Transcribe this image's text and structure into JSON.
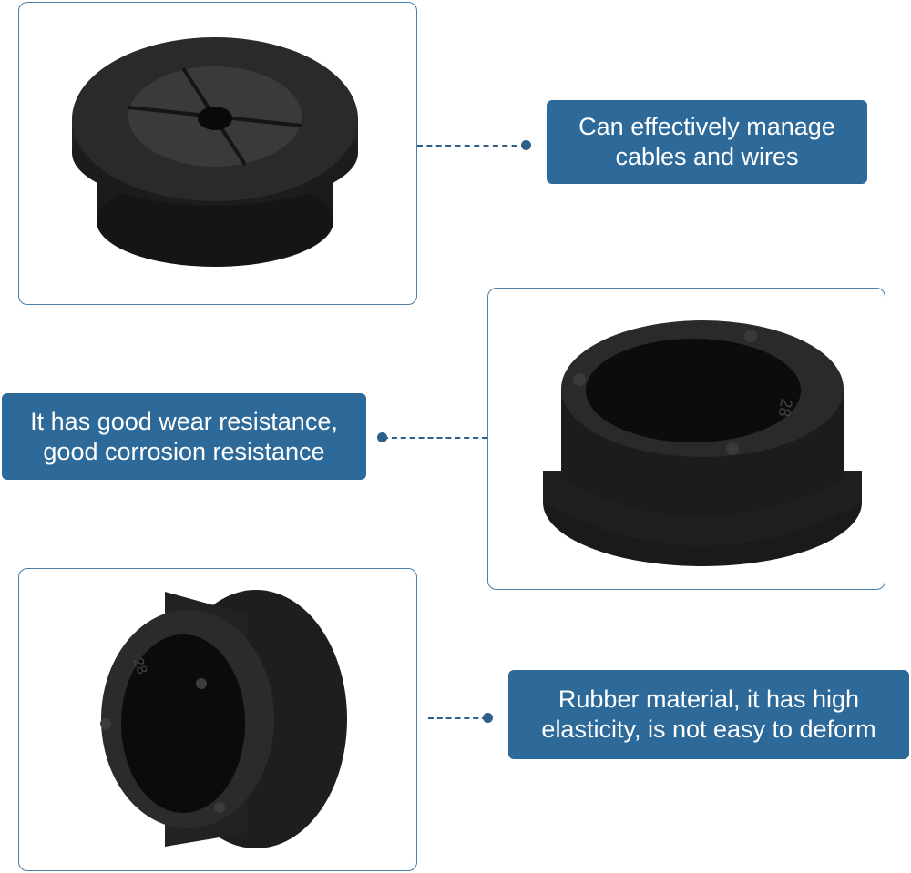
{
  "colors": {
    "callout_bg": "#2e6a99",
    "panel_border": "#4c7ea6",
    "connector": "#2e5f88"
  },
  "features": [
    {
      "line1": "Can effectively manage",
      "line2": "cables and wires"
    },
    {
      "line1": "It has good wear resistance,",
      "line2": "good corrosion resistance"
    },
    {
      "line1": "Rubber material,  it has high",
      "line2": "elasticity, is not easy to deform"
    }
  ],
  "product": {
    "size_marking": "28"
  }
}
